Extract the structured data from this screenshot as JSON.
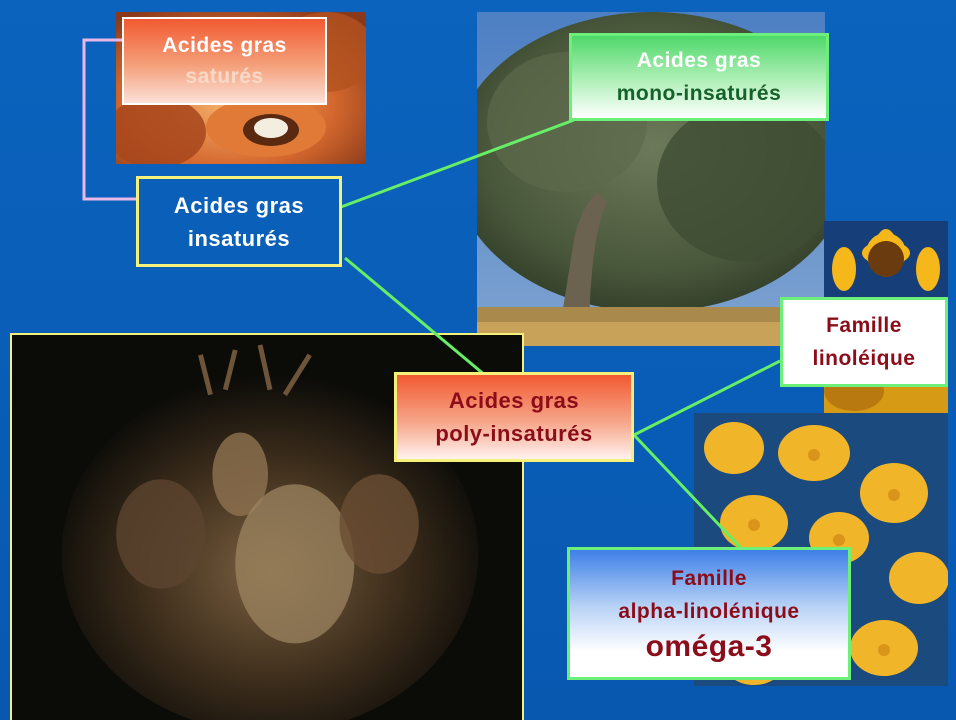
{
  "diagram": {
    "saturated": {
      "line1": "Acides gras",
      "line2": "saturés"
    },
    "unsaturated": {
      "line1": "Acides gras",
      "line2": "insaturés"
    },
    "mono": {
      "line1": "Acides gras",
      "line2": "mono-insaturés"
    },
    "poly": {
      "line1": "Acides gras",
      "line2": "poly-insaturés"
    },
    "linoleic": {
      "line1": "Famille",
      "line2": "linoléique"
    },
    "alpha": {
      "line1": "Famille",
      "line2": "alpha-linolénique",
      "line3": "oméga-3"
    }
  },
  "colors": {
    "background": "#0a5fb8",
    "dark_red_text": "#8b0d1a",
    "green_line": "#66ee66",
    "pink_line": "#e8b8e8",
    "yellow_border": "#f4f07a"
  }
}
